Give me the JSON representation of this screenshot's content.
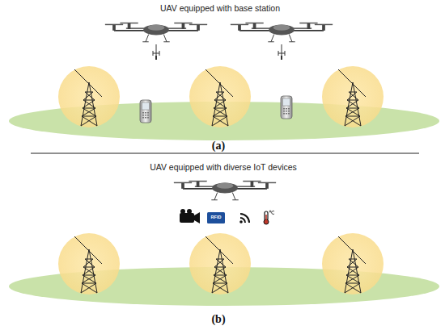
{
  "diagram": {
    "labels": [
      "UAV equipped with base station",
      "(a)",
      "UAV equipped with diverse IoT devices",
      "RFID",
      "(b)"
    ]
  }
}
